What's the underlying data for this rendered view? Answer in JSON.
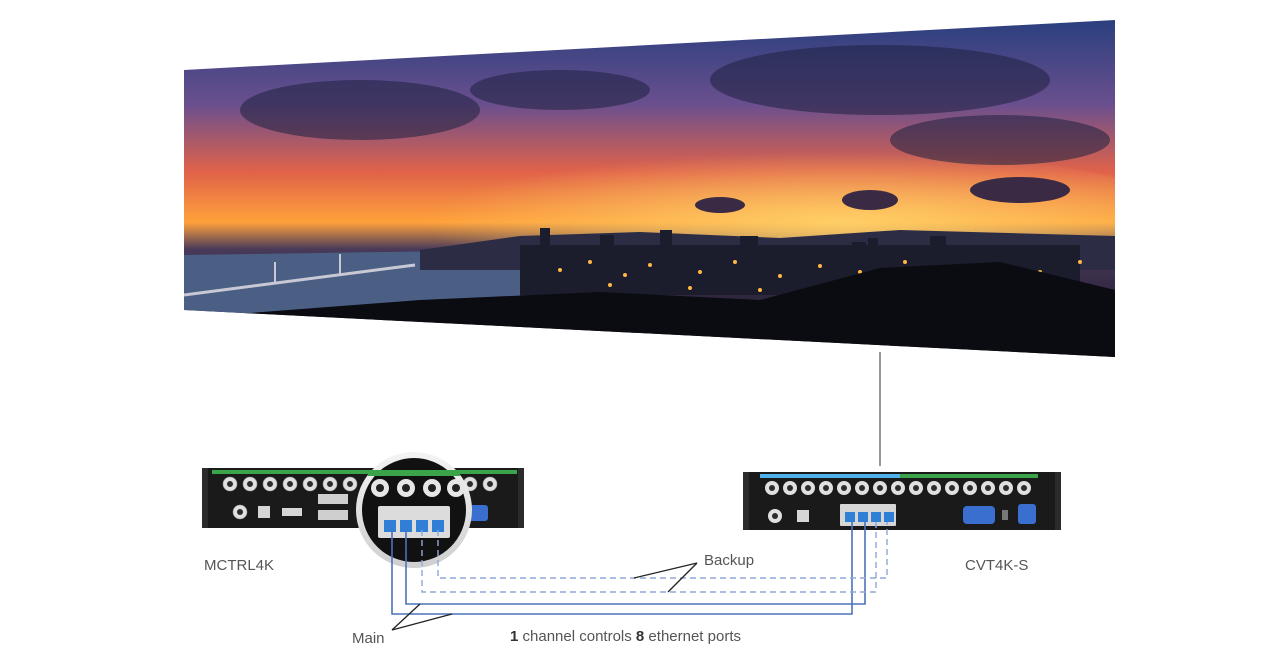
{
  "devices": {
    "left": {
      "name": "MCTRL4K"
    },
    "right": {
      "name": "CVT4K-S"
    }
  },
  "labels": {
    "backup": "Backup",
    "main": "Main",
    "note_num1": "1",
    "note_text1": " channel controls ",
    "note_num2": "8",
    "note_text2": " ethernet ports"
  },
  "colors": {
    "main_cable": "#4a73b8",
    "backup_cable": "#8fa7d6",
    "device_body": "#1a1a1a",
    "port_accent": "#3a6fd0"
  },
  "screen": {
    "content": "sunset city skyline panorama"
  }
}
